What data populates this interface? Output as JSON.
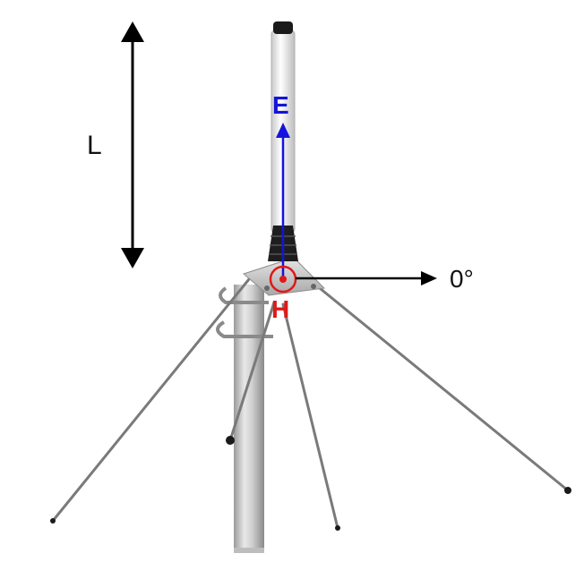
{
  "labels": {
    "length": "L",
    "electric_field": "E",
    "magnetic_field": "H",
    "angle": "0°"
  },
  "colors": {
    "background": "#ffffff",
    "electric_field": "#1414dc",
    "magnetic_field": "#e01818",
    "arrows": "#000000",
    "mast": "#cfcfcf",
    "radiator": "#f2f2f2"
  }
}
